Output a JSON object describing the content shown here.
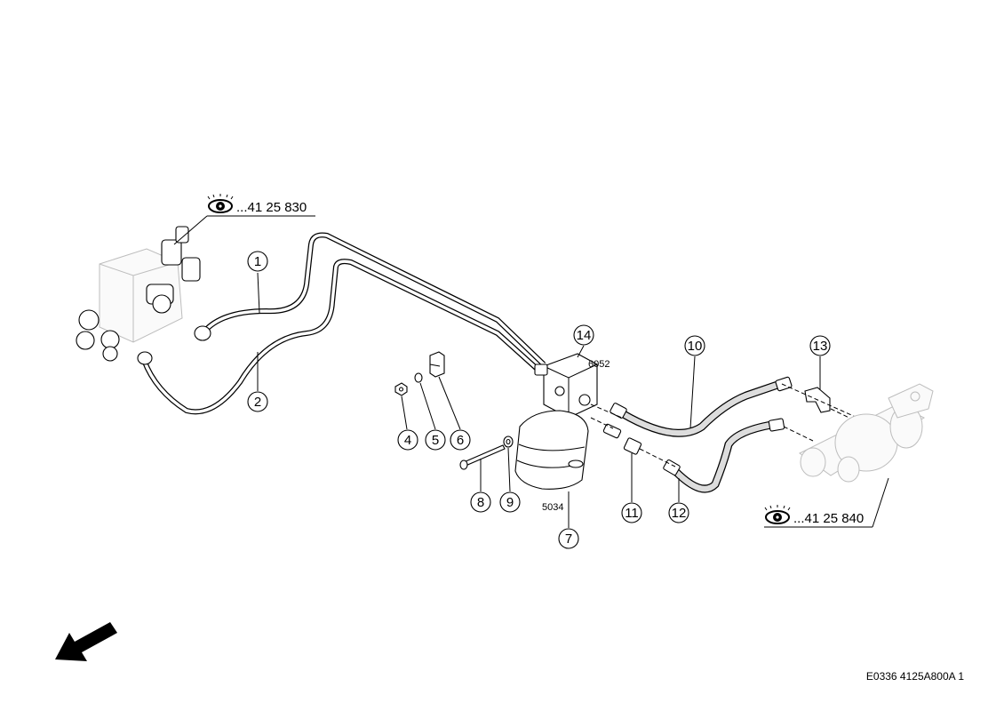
{
  "references": [
    {
      "id": "ref-top",
      "text": "...41 25 830"
    },
    {
      "id": "ref-bottom",
      "text": "...41 25 840"
    }
  ],
  "callouts": [
    "1",
    "2",
    "4",
    "5",
    "6",
    "7",
    "8",
    "9",
    "10",
    "11",
    "12",
    "13",
    "14"
  ],
  "part_codes": {
    "block": "6052",
    "accumulator": "5034"
  },
  "drawing_code": "E0336 4125A800A 1",
  "icons": {
    "reference": "eye-icon",
    "direction": "arrow-down-left-icon"
  }
}
